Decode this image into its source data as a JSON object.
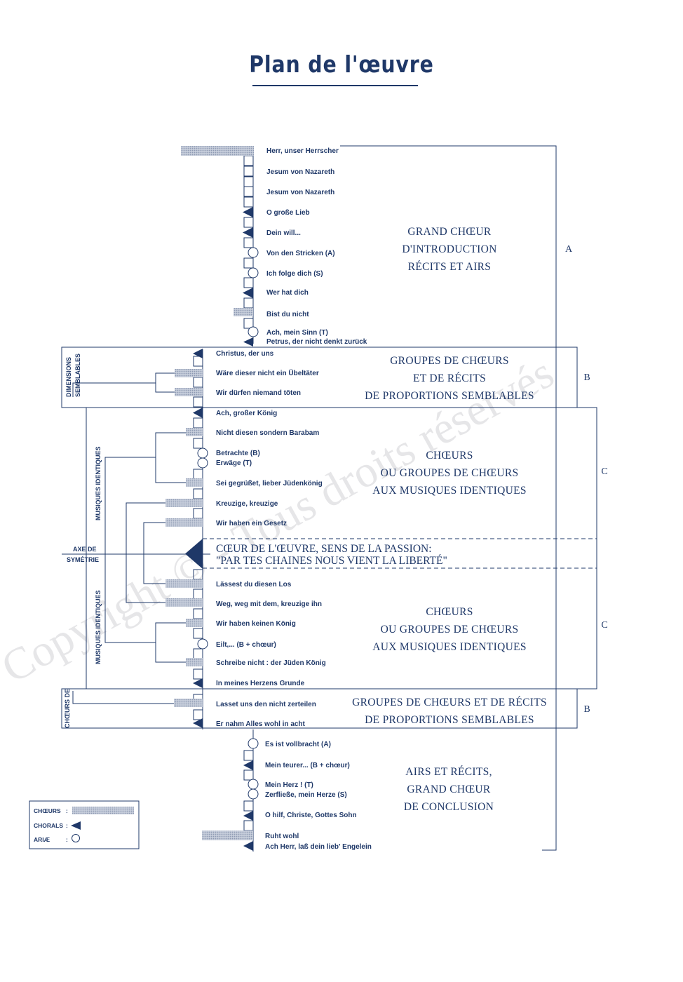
{
  "title": "Plan de l'œuvre",
  "watermark": "Copyright © - Tous droits réservés",
  "movements": [
    "Herr, unser Herrscher",
    "Jesum von Nazareth",
    "Jesum von Nazareth",
    "O große Lieb",
    "Dein will...",
    "Von den Stricken (A)",
    "Ich folge dich (S)",
    "Wer hat dich",
    "Bist du nicht",
    "Ach, mein Sinn (T)",
    "Petrus, der nicht denkt zurück",
    "Christus, der uns",
    "Wäre dieser nicht ein Übeltäter",
    "Wir dürfen niemand töten",
    "Ach, großer König",
    "Nicht diesen sondern Barabam",
    "Betrachte (B)",
    "Erwäge (T)",
    "Sei gegrüßet, lieber Jüdenkönig",
    "Kreuzige, kreuzige",
    "Wir haben ein Gesetz",
    "Lässest du diesen Los",
    "Weg, weg mit dem, kreuzige ihn",
    "Wir haben keinen König",
    "Eilt,... (B + chœur)",
    "Schreibe nicht : der Jüden König",
    "In meines Herzens Grunde",
    "Lasset uns den nicht zerteilen",
    "Er nahm Alles wohl in acht",
    "Es ist vollbracht (A)",
    "Mein teurer... (B + chœur)",
    "Mein Herz ! (T)",
    "Zerfließe, mein Herze (S)",
    "O hilf, Christe, Gottes Sohn",
    "Ruht wohl",
    "Ach Herr, laß dein lieb' Engelein"
  ],
  "sections": {
    "a": {
      "lines": [
        "GRAND CHŒUR",
        "D'INTRODUCTION",
        "RÉCITS ET AIRS"
      ],
      "letter": "A"
    },
    "b1": {
      "lines": [
        "GROUPES DE CHŒURS",
        "ET DE RÉCITS",
        "DE PROPORTIONS SEMBLABLES"
      ],
      "letter": "B"
    },
    "c1": {
      "lines": [
        "CHŒURS",
        "OU GROUPES DE CHŒURS",
        "AUX MUSIQUES IDENTIQUES"
      ],
      "letter": "C"
    },
    "center": [
      "CŒUR DE L'ŒUVRE, SENS DE LA PASSION:",
      "\"PAR TES CHAINES NOUS VIENT LA LIBERTÉ\""
    ],
    "c2": {
      "lines": [
        "CHŒURS",
        "OU GROUPES DE CHŒURS",
        "AUX MUSIQUES IDENTIQUES"
      ],
      "letter": "C"
    },
    "b2": {
      "lines": [
        "GROUPES DE CHŒURS ET DE RÉCITS",
        "DE PROPORTIONS SEMBLABLES"
      ],
      "letter": "B"
    },
    "end": {
      "lines": [
        "AIRS ET RÉCITS,",
        "GRAND CHŒUR",
        "DE CONCLUSION"
      ]
    }
  },
  "side_labels": {
    "dimensions": [
      "DIMENSIONS",
      "SEMBLABLES"
    ],
    "musiques_top": "MUSIQUES IDENTIQUES",
    "musiques_bottom": "MUSIQUES IDENTIQUES",
    "choeurs_de": "CHŒURS DE",
    "axe": [
      "AXE DE",
      "SYMÉTRIE"
    ]
  },
  "legend": {
    "choeurs": "CHŒURS",
    "chorals": "CHORALS",
    "ariae": "ARIÆ",
    "separator": ":"
  },
  "colors": {
    "ink": "#1f3868",
    "choir_fill": "#b4bccd"
  }
}
